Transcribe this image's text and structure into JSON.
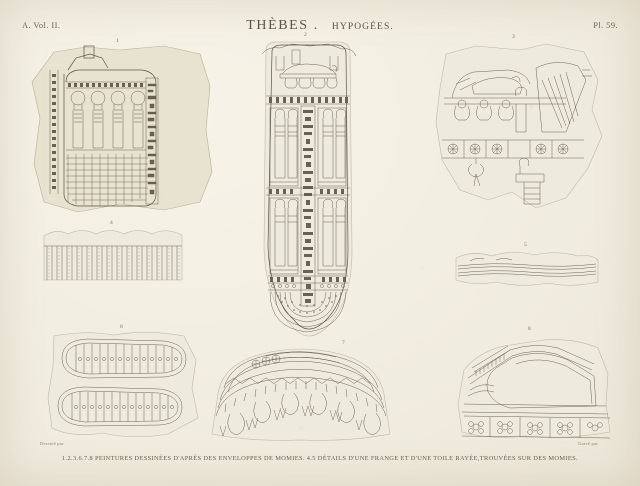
{
  "plate": {
    "volume_label": "A. Vol. II.",
    "title": "THÈBES .",
    "subtitle": "HYPOGÉES.",
    "plate_number": "Pl. 59.",
    "caption": "1.2.3.6.7.8 PEINTURES DESSINÉES D'APRÈS DES ENVELOPPES DE MOMIES.  4.5 DÉTAILS D'UNE FRANGE ET D'UNE TOILE RAYÉE,TROUVÉES SUR DES MOMIES.",
    "credit_left": "Dessiné par",
    "credit_center": "",
    "credit_right": "Gravé par"
  },
  "figures": [
    {
      "number": "1",
      "name": "mummy-wrapping-fragment-netted",
      "description": "Torn cartonnage fragment with bead-net pattern, row of standing deities and hieroglyphic column"
    },
    {
      "number": "2",
      "name": "mummy-cartonnage-full",
      "description": "Full mummy cover: bier scene with canopic jars above, two registers of standing deities flanking a central hieroglyphic band, rounded foot with concentric arcs"
    },
    {
      "number": "3",
      "name": "funerary-scene-fragment",
      "description": "Fragment showing mummy on lion bier, four canopic jars, rosette frieze and seated mourner"
    },
    {
      "number": "4",
      "name": "fringe-detail",
      "description": "Detail of a linen fringe with dense vertical threads"
    },
    {
      "number": "5",
      "name": "striped-cloth-detail",
      "description": "Detail of a striped woven cloth band"
    },
    {
      "number": "6",
      "name": "sandal-pair-panels",
      "description": "Pair of oval woven sandal soles with ribbed and beaded divisions"
    },
    {
      "number": "7",
      "name": "broad-collar-detail",
      "description": "Broad collar with zigzag, rosette and lotus-petal drop bands"
    },
    {
      "number": "8",
      "name": "painted-cloth-corner-fragment",
      "description": "Corner fragment of painted mummy cloth with floral panel border"
    }
  ]
}
